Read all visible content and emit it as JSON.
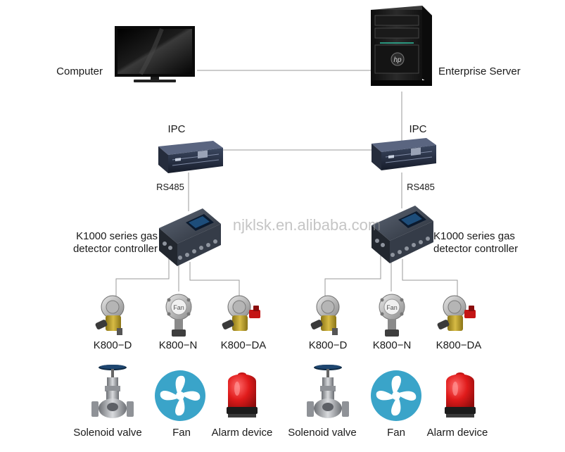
{
  "top": {
    "computer": "Computer",
    "server": "Enterprise Server",
    "server_logo": "hp"
  },
  "branches": [
    {
      "ipc": "IPC",
      "rs485": "RS485",
      "controller": [
        "K1000 series gas",
        "detector controller"
      ],
      "detectors": [
        "K800−D",
        "K800−N",
        "K800−DA"
      ],
      "devices": [
        "Solenoid valve",
        "Fan",
        "Alarm device"
      ]
    },
    {
      "ipc": "IPC",
      "rs485": "RS485",
      "controller": [
        "K1000 series gas",
        "detector controller"
      ],
      "detectors": [
        "K800−D",
        "K800−N",
        "K800−DA"
      ],
      "devices": [
        "Solenoid valve",
        "Fan",
        "Alarm device"
      ]
    }
  ],
  "watermark": "njklsk.en.alibaba.com",
  "colors": {
    "line": "#9a9a9a",
    "fan": "#3aa4c9",
    "alarm": "#e01b1b",
    "valve_handle": "#13324e",
    "detector_body": "#c3a532"
  },
  "icons": [
    "monitor-icon",
    "server-tower-icon",
    "ipc-rack-icon",
    "controller-icon",
    "gas-detector-icon",
    "solenoid-valve-icon",
    "fan-icon",
    "alarm-light-icon"
  ]
}
